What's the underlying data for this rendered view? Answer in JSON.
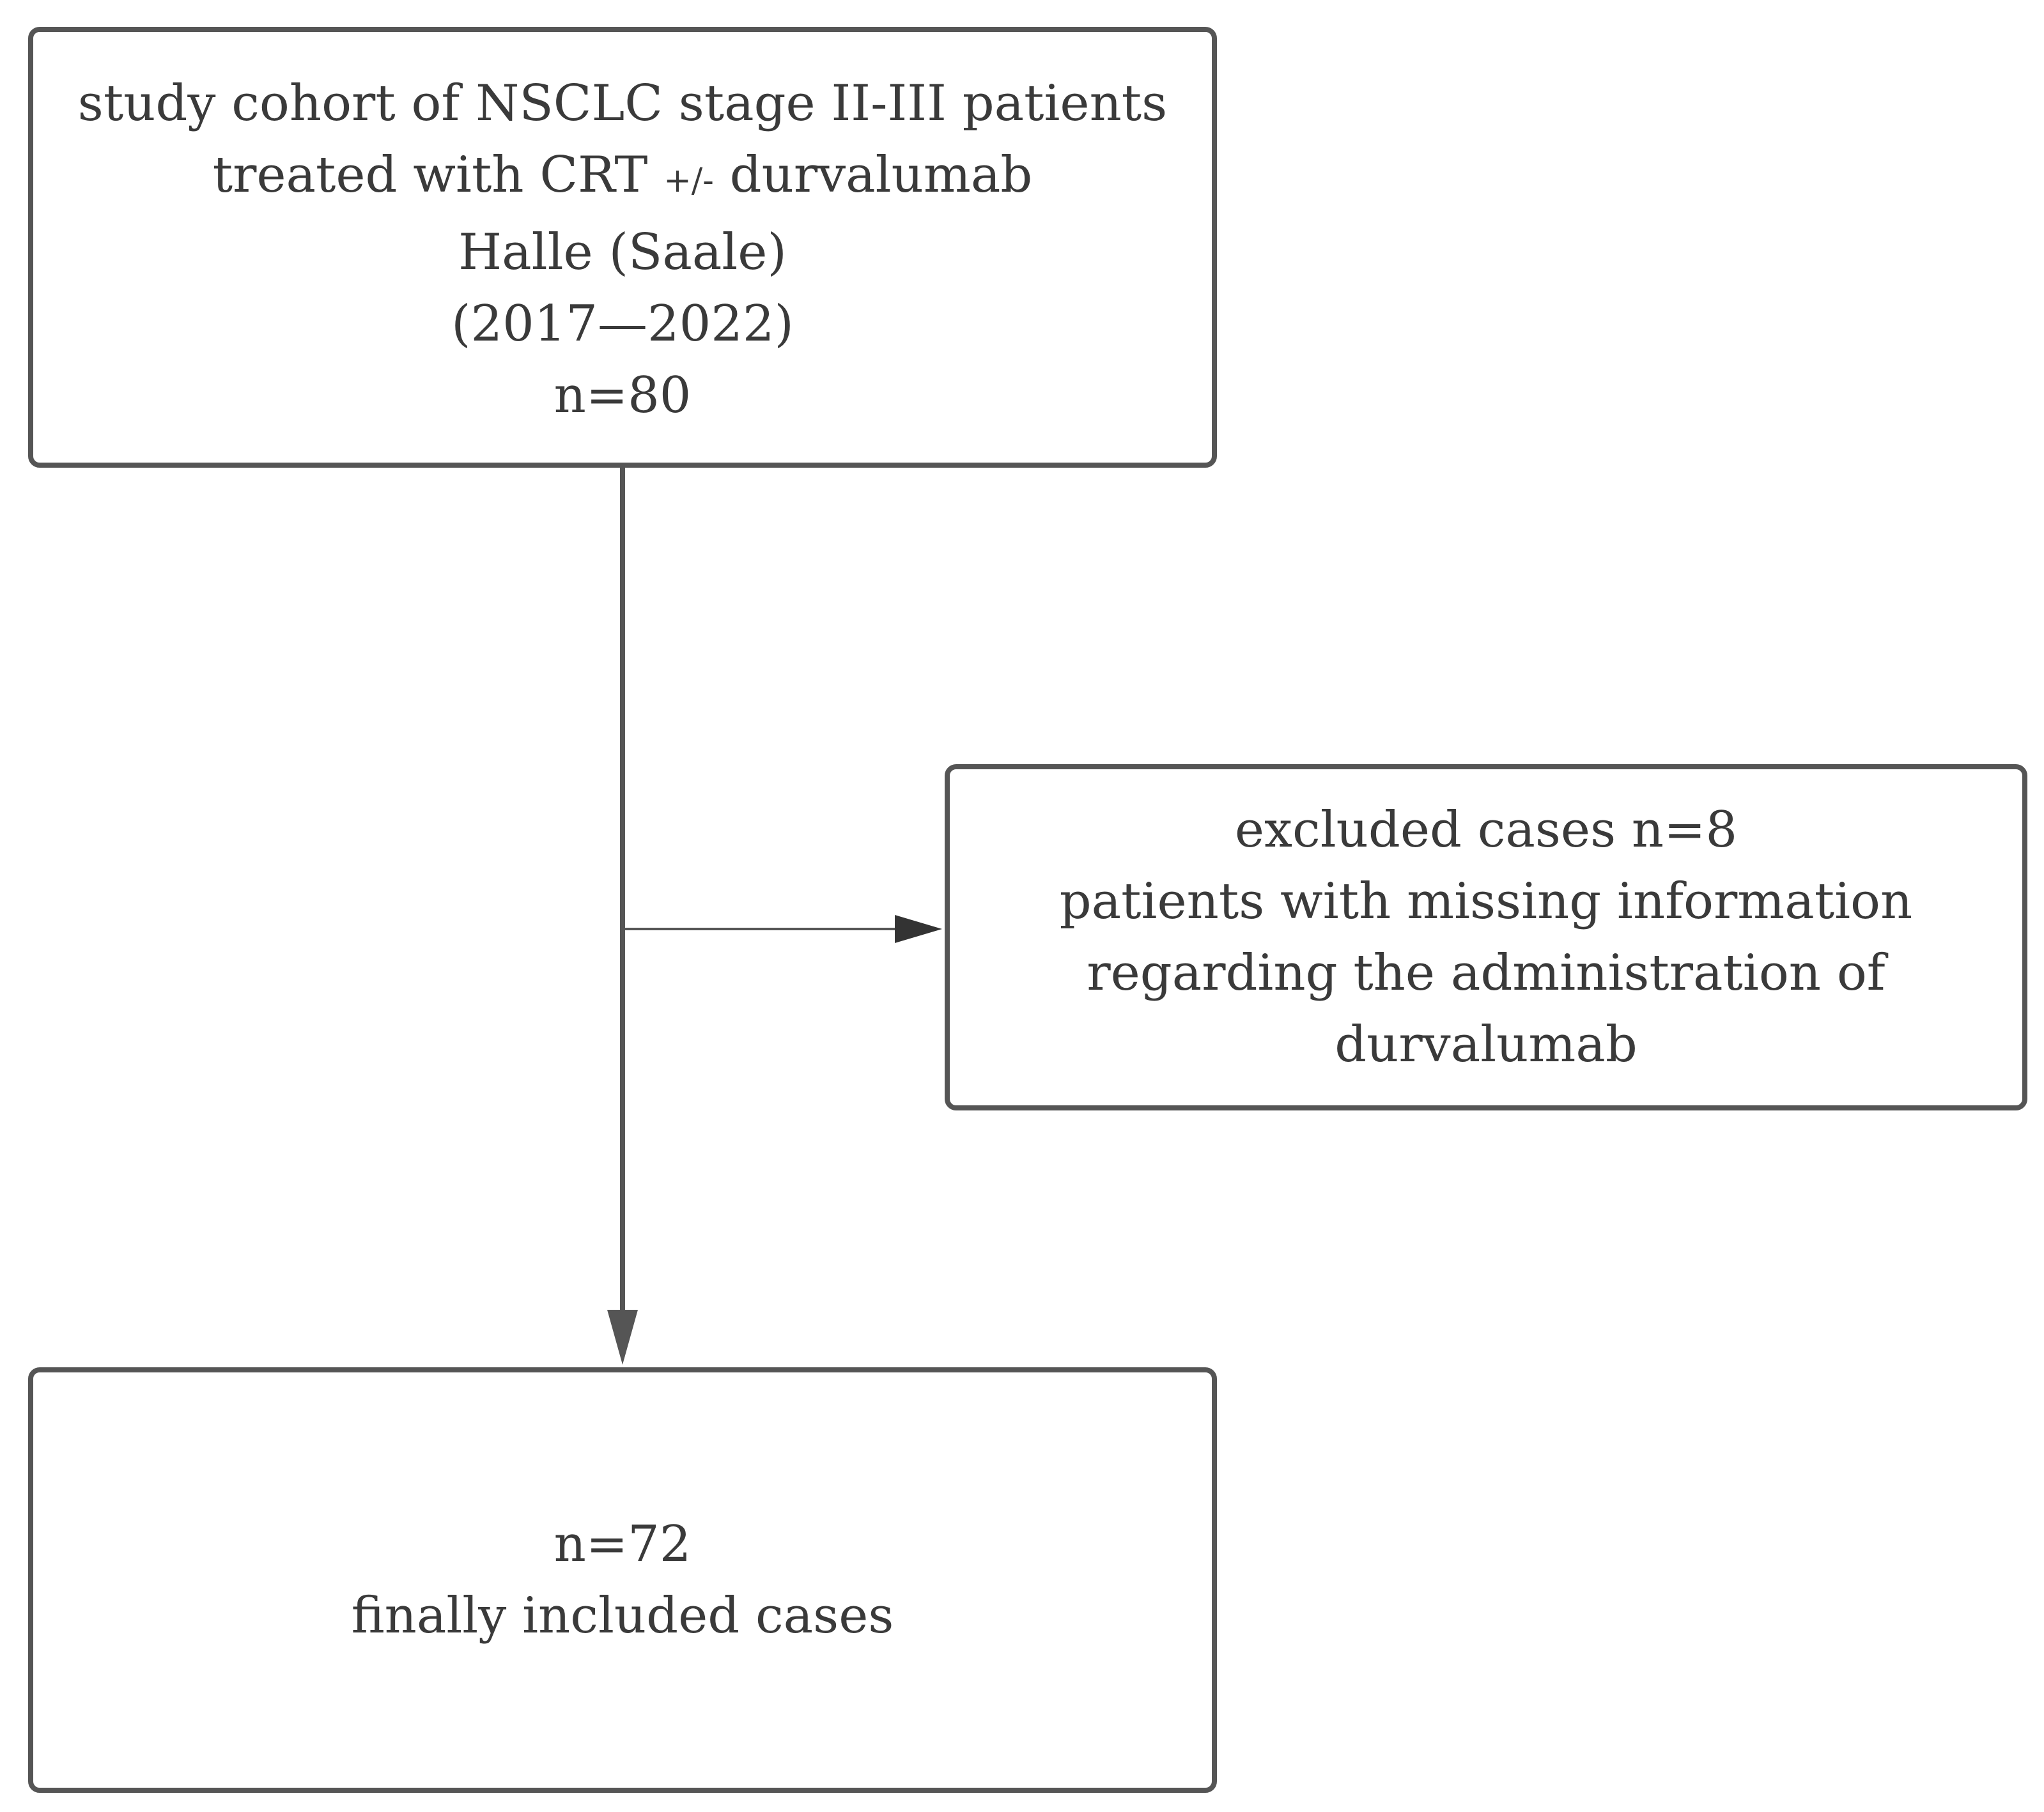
{
  "nodes": {
    "cohort": {
      "line1": "study cohort of NSCLC stage II-III patients",
      "line2_before": "treated with CRT ",
      "line2_pm": "+/-",
      "line2_after": " durvalumab",
      "line3": "Halle (Saale)",
      "line4": "(2017—2022)",
      "line5": "n=80"
    },
    "excluded": {
      "line1": "excluded cases n=8",
      "line2": "patients with missing information",
      "line3": "regarding the administration of",
      "line4": "durvalumab"
    },
    "included": {
      "line1": "n=72",
      "line2": "finally included cases"
    }
  },
  "edges": [
    {
      "from": "cohort",
      "to": "included"
    },
    {
      "from": "cohort",
      "to": "excluded"
    }
  ],
  "colors": {
    "border": "#555555",
    "text": "#3a3a3a",
    "arrow": "#555555",
    "background": "#ffffff"
  }
}
